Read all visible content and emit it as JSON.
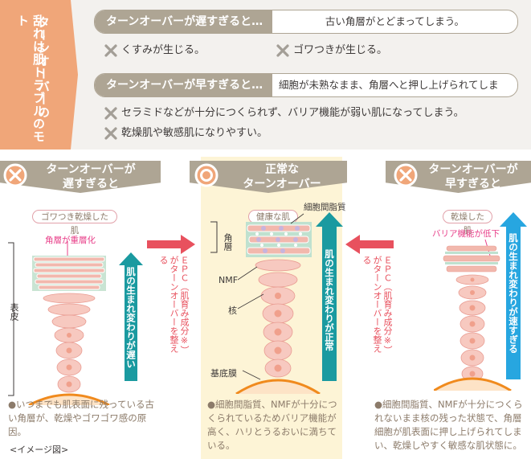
{
  "header": {
    "side_label_line1": "ターンオーバーの",
    "side_label_line2": "乱れは肌トラブルのモト",
    "slow": {
      "label": "ターンオーバーが遅すぎると…",
      "result": "古い角層がとどまってしまう。",
      "points": [
        "くすみが生じる。",
        "ゴワつきが生じる。"
      ]
    },
    "fast": {
      "label": "ターンオーバーが早すぎると…",
      "result": "細胞が未熟なまま、角層へと押し上げられてしまう。",
      "points": [
        "セラミドなどが十分につくられず、バリア機能が弱い肌になってしまう。",
        "乾燥肌や敏感肌になりやすい。"
      ]
    }
  },
  "left": {
    "title_line1": "ターンオーバーが",
    "title_line2": "遅すぎると",
    "skin_tag": "ゴワつき乾燥した肌",
    "annotation": "角層が重層化",
    "epidermis_label": "表皮",
    "arrow_text": "肌の生まれ変わりが遅い",
    "epc_text": "ＥＰＣ（肌育み成分※）がターンオーバーを整える",
    "bottom_text": "●いつまでも肌表面に残っている古い角層が、乾燥やゴワゴワ感の原因。"
  },
  "center": {
    "title_line1": "正常な",
    "title_line2": "ターンオーバー",
    "skin_tag": "健康な肌",
    "label_lipid": "細胞間脂質",
    "label_stratum": "角層",
    "label_nmf": "NMF",
    "label_nucleus": "核",
    "label_basal": "基底膜",
    "arrow_text": "肌の生まれ変わりが正常",
    "bottom_text": "●細胞間脂質、NMFが十分につくられているためバリア機能が高く、ハリとうるおいに満ちている。"
  },
  "right": {
    "title_line1": "ターンオーバーが",
    "title_line2": "早すぎると",
    "skin_tag": "乾燥した肌",
    "annotation": "バリア機能が低下",
    "arrow_text": "肌の生まれ変わりが速すぎる",
    "epc_text": "ＥＰＣ（肌育み成分※）がターンオーバーを整える",
    "bottom_text": "●細胞間脂質、NMFが十分につくられないまま核の残った状態で、角層細胞が肌表面に押し上げられてしまい、乾燥しやすく敏感な肌状態に。"
  },
  "footer": {
    "image_note": "<イメージ図>"
  },
  "colors": {
    "beige": "#aea594",
    "orange": "#f0a679",
    "pink": "#f7c9c0",
    "teal": "#1a9aa0",
    "sky": "#27a6e0",
    "red_arrow": "#e8515e",
    "base": "#f08a1d",
    "center_bg": "#fdf4d6"
  }
}
